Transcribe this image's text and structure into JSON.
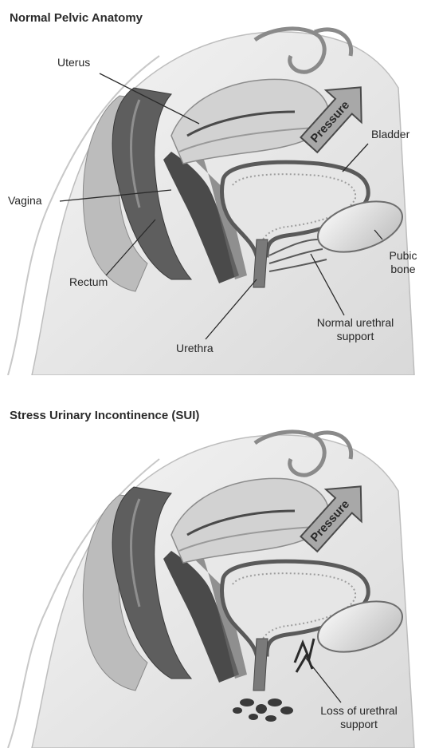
{
  "normal": {
    "title": "Normal Pelvic Anatomy",
    "labels": {
      "uterus": "Uterus",
      "bladder": "Bladder",
      "vagina": "Vagina",
      "rectum": "Rectum",
      "urethra": "Urethra",
      "pubic_bone": "Pubic bone",
      "urethral_support": "Normal urethral support",
      "pressure": "Pressure"
    }
  },
  "sui": {
    "title": "Stress Urinary Incontinence (SUI)",
    "labels": {
      "pressure": "Pressure",
      "urethral_support": "Loss of urethral support"
    }
  }
}
